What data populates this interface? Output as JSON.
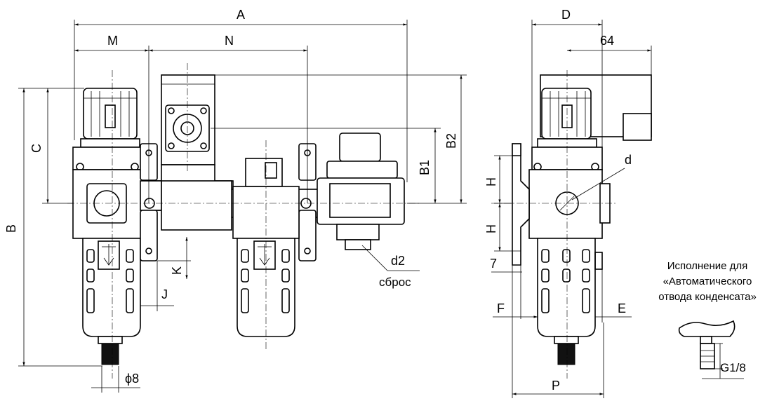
{
  "drawing": {
    "dimensions": {
      "A": "A",
      "M": "M",
      "N": "N",
      "B": "B",
      "C": "C",
      "B1": "B1",
      "B2": "B2",
      "K": "K",
      "J": "J",
      "phi8": "ϕ8",
      "d2": "d2",
      "sbros": "сброс",
      "D": "D",
      "n64": "64",
      "d": "d",
      "H_upper": "H",
      "H_lower": "H",
      "n7": "7",
      "F": "F",
      "E": "E",
      "P": "P",
      "G18": "G1/8"
    },
    "note": {
      "line1": "Исполнение для",
      "line2": "«Автоматического",
      "line3": "отвода конденсата»"
    }
  }
}
